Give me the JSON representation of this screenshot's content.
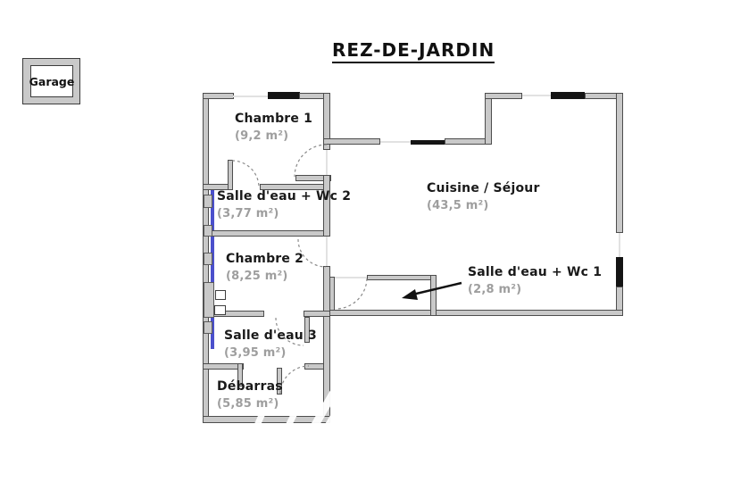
{
  "title": "REZ-DE-JARDIN",
  "garage": {
    "label": "Garage"
  },
  "rooms": [
    {
      "id": "chambre1",
      "name": "Chambre 1",
      "area": "(9,2 m²)"
    },
    {
      "id": "sde_wc2",
      "name": "Salle d'eau + Wc 2",
      "area": "(3,77 m²)"
    },
    {
      "id": "chambre2",
      "name": "Chambre 2",
      "area": "(8,25 m²)"
    },
    {
      "id": "cuisine",
      "name": "Cuisine / Séjour",
      "area": "(43,5 m²)"
    },
    {
      "id": "sde_wc1",
      "name": "Salle d'eau + Wc 1",
      "area": "(2,8 m²)"
    },
    {
      "id": "sde3",
      "name": "Salle d'eau 3",
      "area": "(3,95 m²)"
    },
    {
      "id": "debarras",
      "name": "Débarras",
      "area": "(5,85 m²)"
    }
  ],
  "colors": {
    "wall_fill": "#c9c9c9",
    "wall_edge": "#4d4d4d",
    "window_bar": "#141414",
    "glazing_blue": "#4b50cc",
    "room_name_text": "#1a1a1a",
    "room_area_text": "#9e9e9e"
  }
}
